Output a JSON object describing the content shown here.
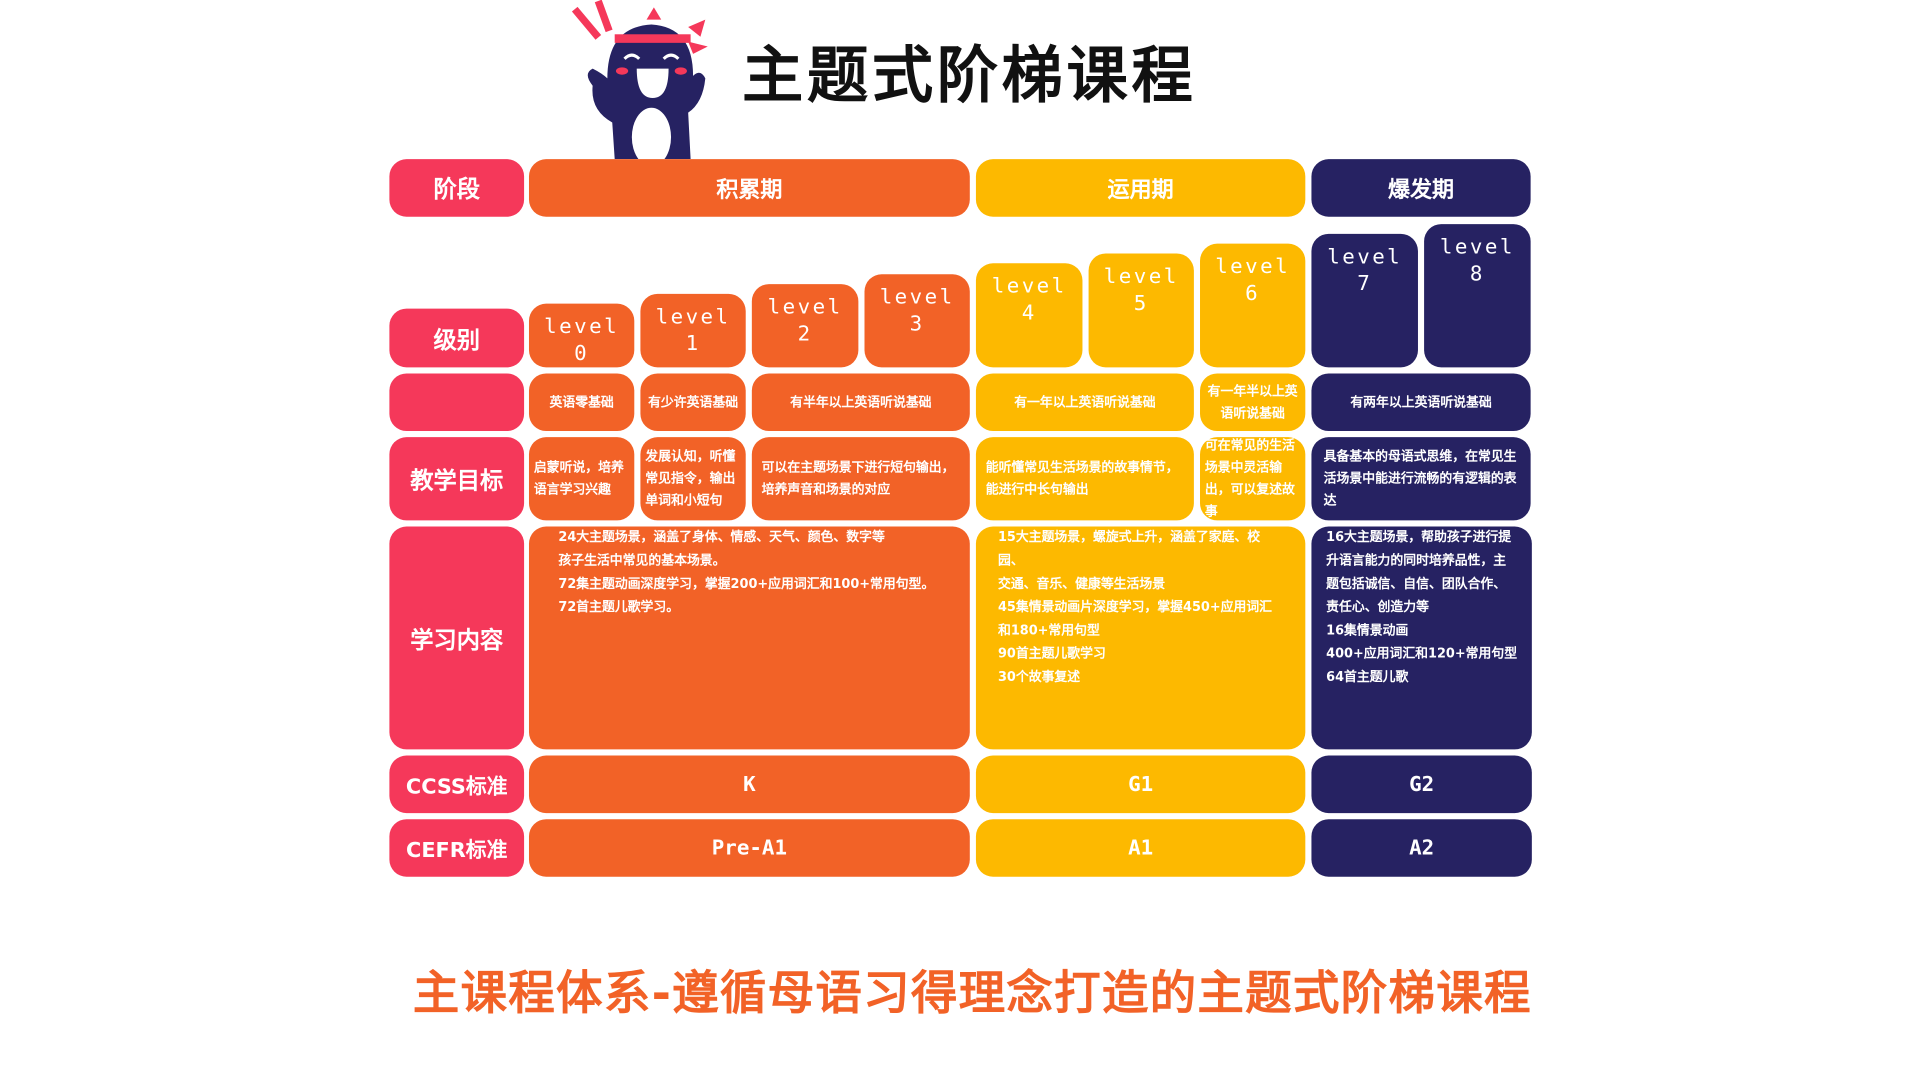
{
  "title": "主题式阶梯课程",
  "footer": "主课程体系-遵循母语习得理念打造的主题式阶梯课程",
  "colors": {
    "label": "#f5385a",
    "accumulate": "#f26227",
    "apply": "#fdb900",
    "burst": "#262262"
  },
  "row_labels": {
    "stage": "阶段",
    "level": "级别",
    "basis": "",
    "goal": "教学目标",
    "content": "学习内容",
    "ccss": "CCSS标准",
    "cefr": "CEFR标准"
  },
  "stages": [
    "积累期",
    "运用期",
    "爆发期"
  ],
  "levels": [
    {
      "word": "level",
      "num": "0"
    },
    {
      "word": "level",
      "num": "1"
    },
    {
      "word": "level",
      "num": "2"
    },
    {
      "word": "level",
      "num": "3"
    },
    {
      "word": "level",
      "num": "4"
    },
    {
      "word": "level",
      "num": "5"
    },
    {
      "word": "level",
      "num": "6"
    },
    {
      "word": "level",
      "num": "7"
    },
    {
      "word": "level",
      "num": "8"
    }
  ],
  "basis": [
    "英语零基础",
    "有少许英语基础",
    "有半年以上英语听说基础",
    "有一年以上英语听说基础",
    "有一年半以上英语听说基础",
    "有两年以上英语听说基础"
  ],
  "goals": [
    "启蒙听说，培养语言学习兴趣",
    "发展认知，听懂常见指令，输出单词和小短句",
    "可以在主题场景下进行短句输出，培养声音和场景的对应",
    "能听懂常见生活场景的故事情节，能进行中长句输出",
    "可在常见的生活场景中灵活输出，可以复述故事",
    "具备基本的母语式思维，在常见生活场景中能进行流畅的有逻辑的表达"
  ],
  "content": [
    [
      "24大主题场景，涵盖了身体、情感、天气、颜色、数字等",
      "孩子生活中常见的基本场景。",
      "72集主题动画深度学习，掌握200+应用词汇和100+常用句型。",
      "72首主题儿歌学习。"
    ],
    [
      "15大主题场景，螺旋式上升，涵盖了家庭、校园、",
      "交通、音乐、健康等生活场景",
      "45集情景动画片深度学习，掌握450+应用词汇",
      "和180+常用句型",
      "90首主题儿歌学习",
      "30个故事复述"
    ],
    [
      "16大主题场景，帮助孩子进行提",
      "升语言能力的同时培养品性，主",
      "题包括诚信、自信、团队合作、",
      "责任心、创造力等",
      "16集情景动画",
      "400+应用词汇和120+常用句型",
      "64首主题儿歌"
    ]
  ],
  "ccss": [
    "K",
    "G1",
    "G2"
  ],
  "cefr": [
    "Pre-A1",
    "A1",
    "A2"
  ]
}
